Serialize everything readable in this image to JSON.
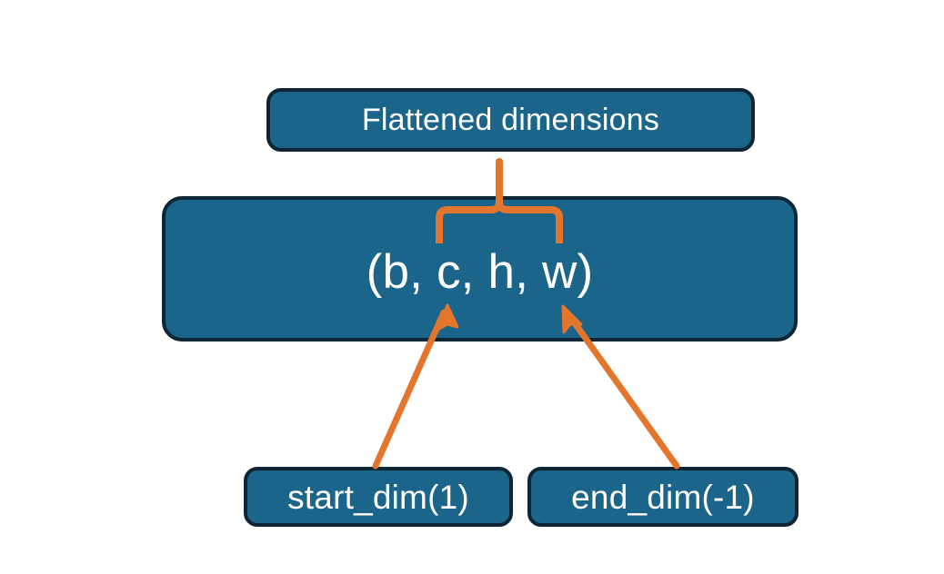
{
  "diagram": {
    "title_text": "Flattened dimensions",
    "shape_text": "(b, c, h, w)",
    "start_dim_text": "start_dim(1)",
    "end_dim_text": "end_dim(-1)",
    "colors": {
      "node_fill": "#1b658b",
      "node_border": "#0d2535",
      "node_text": "#ffffff",
      "connector": "#e3762c",
      "background": "#ffffff"
    },
    "nodes": [
      {
        "id": "flattened",
        "label": "Flattened dimensions"
      },
      {
        "id": "shape",
        "label": "(b, c, h, w)"
      },
      {
        "id": "start_dim",
        "label": "start_dim(1)"
      },
      {
        "id": "end_dim",
        "label": "end_dim(-1)"
      }
    ],
    "connectors": [
      {
        "id": "brace",
        "from": "shape",
        "to": "flattened",
        "kind": "curly-brace",
        "spans": "c, h, w"
      },
      {
        "id": "start-dim-arrow",
        "from": "start_dim",
        "to": "shape",
        "kind": "arrow"
      },
      {
        "id": "end-dim-arrow",
        "from": "end_dim",
        "to": "shape",
        "kind": "arrow"
      }
    ]
  }
}
